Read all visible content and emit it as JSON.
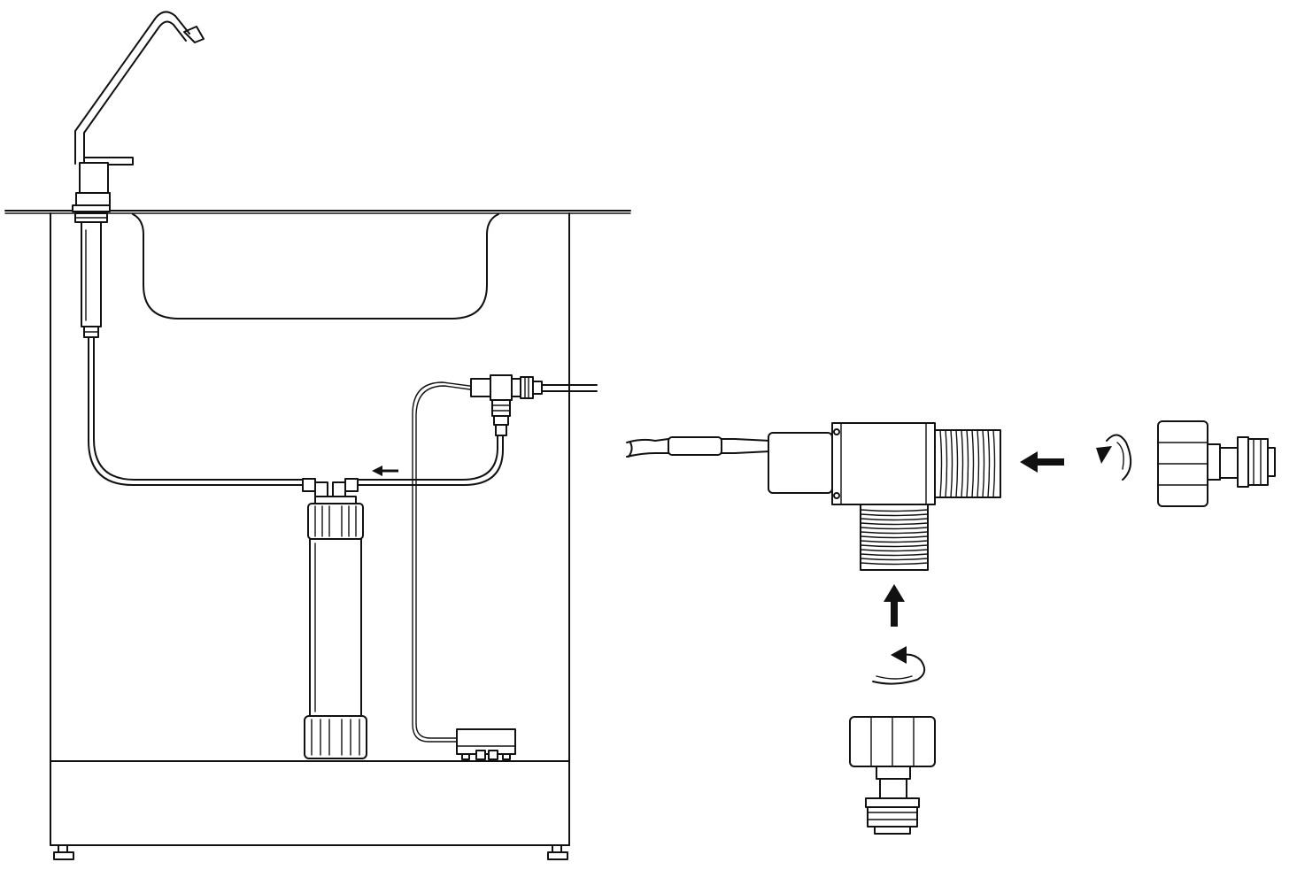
{
  "diagram": {
    "background": "#ffffff",
    "line_color": "#111111",
    "left_scene": {
      "parts": [
        "faucet",
        "sink-bowl",
        "cabinet",
        "filter-cartridge",
        "supply-tubing",
        "tee-valve",
        "control-box",
        "flow-arrow"
      ]
    },
    "right_scene": {
      "parts": [
        "tee-adapter",
        "sensor-cable",
        "top-fitting",
        "bottom-fitting",
        "push-arrow-horizontal",
        "push-arrow-vertical",
        "rotate-arrow-horizontal",
        "rotate-arrow-vertical"
      ]
    }
  }
}
